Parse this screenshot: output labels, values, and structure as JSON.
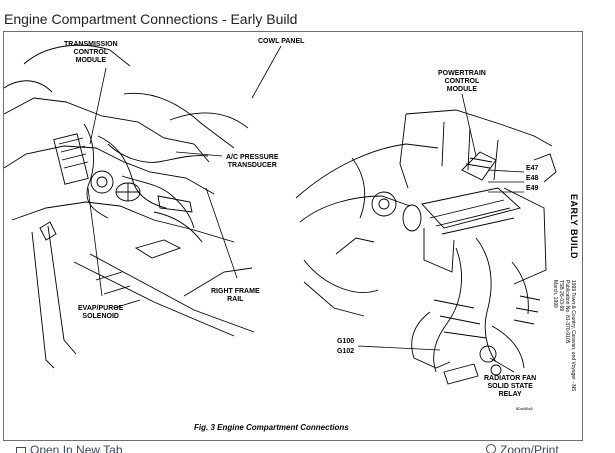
{
  "page": {
    "title": "Engine Compartment Connections - Early Build"
  },
  "figure": {
    "labels": {
      "tcm": "TRANSMISSION\nCONTROL\nMODULE",
      "cowl": "COWL PANEL",
      "pcm": "POWERTRAIN\nCONTROL\nMODULE",
      "ac": "A/C PRESSURE\nTRANSDUCER",
      "e47": "E47",
      "e48": "E48",
      "e49": "E49",
      "rail": "RIGHT FRAME\nRAIL",
      "evap": "EVAP/PURGE\nSOLENOID",
      "g100": "G100",
      "g102": "G102",
      "relay": "RADIATOR FAN\nSOLID STATE\nRELAY"
    },
    "caption": "Fig. 3 Engine Compartment Connections",
    "side_title": "EARLY BUILD",
    "side_note_1": "1999 Town & Country, Caravan, and Voyager - NS",
    "side_note_2": "Publication No. 81-370-9105",
    "side_note_3": "TSB 26-03-99",
    "side_note_4": "March, 1999",
    "figure_code": "80a4f0a5"
  },
  "footer": {
    "open_tab": "Open In New Tab",
    "zoom": "Zoom/Print"
  }
}
